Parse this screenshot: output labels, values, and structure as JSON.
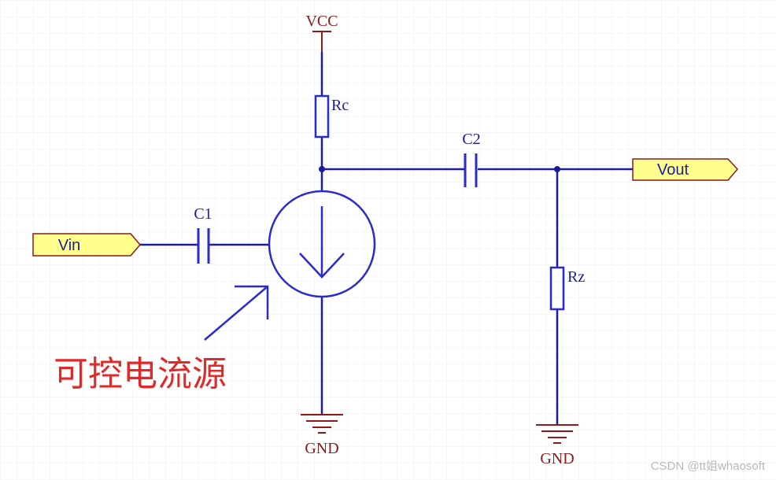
{
  "labels": {
    "vcc": "VCC",
    "rc": "Rc",
    "c2": "C2",
    "c1": "C1",
    "vin": "Vin",
    "vout": "Vout",
    "rz": "Rz",
    "gnd_left": "GND",
    "gnd_right": "GND",
    "annotation": "可控电流源"
  },
  "watermark": "CSDN @tt姐whaosoft",
  "colors": {
    "wire": "#1d1d9c",
    "component": "#2a2ad0",
    "power_label": "#8b1a1a",
    "annotation": "#e02a2a",
    "port_fill": "#ffff8e",
    "port_stroke": "#8b1a1a",
    "grid": "#ececec",
    "arrow": "#2a2ad0"
  }
}
